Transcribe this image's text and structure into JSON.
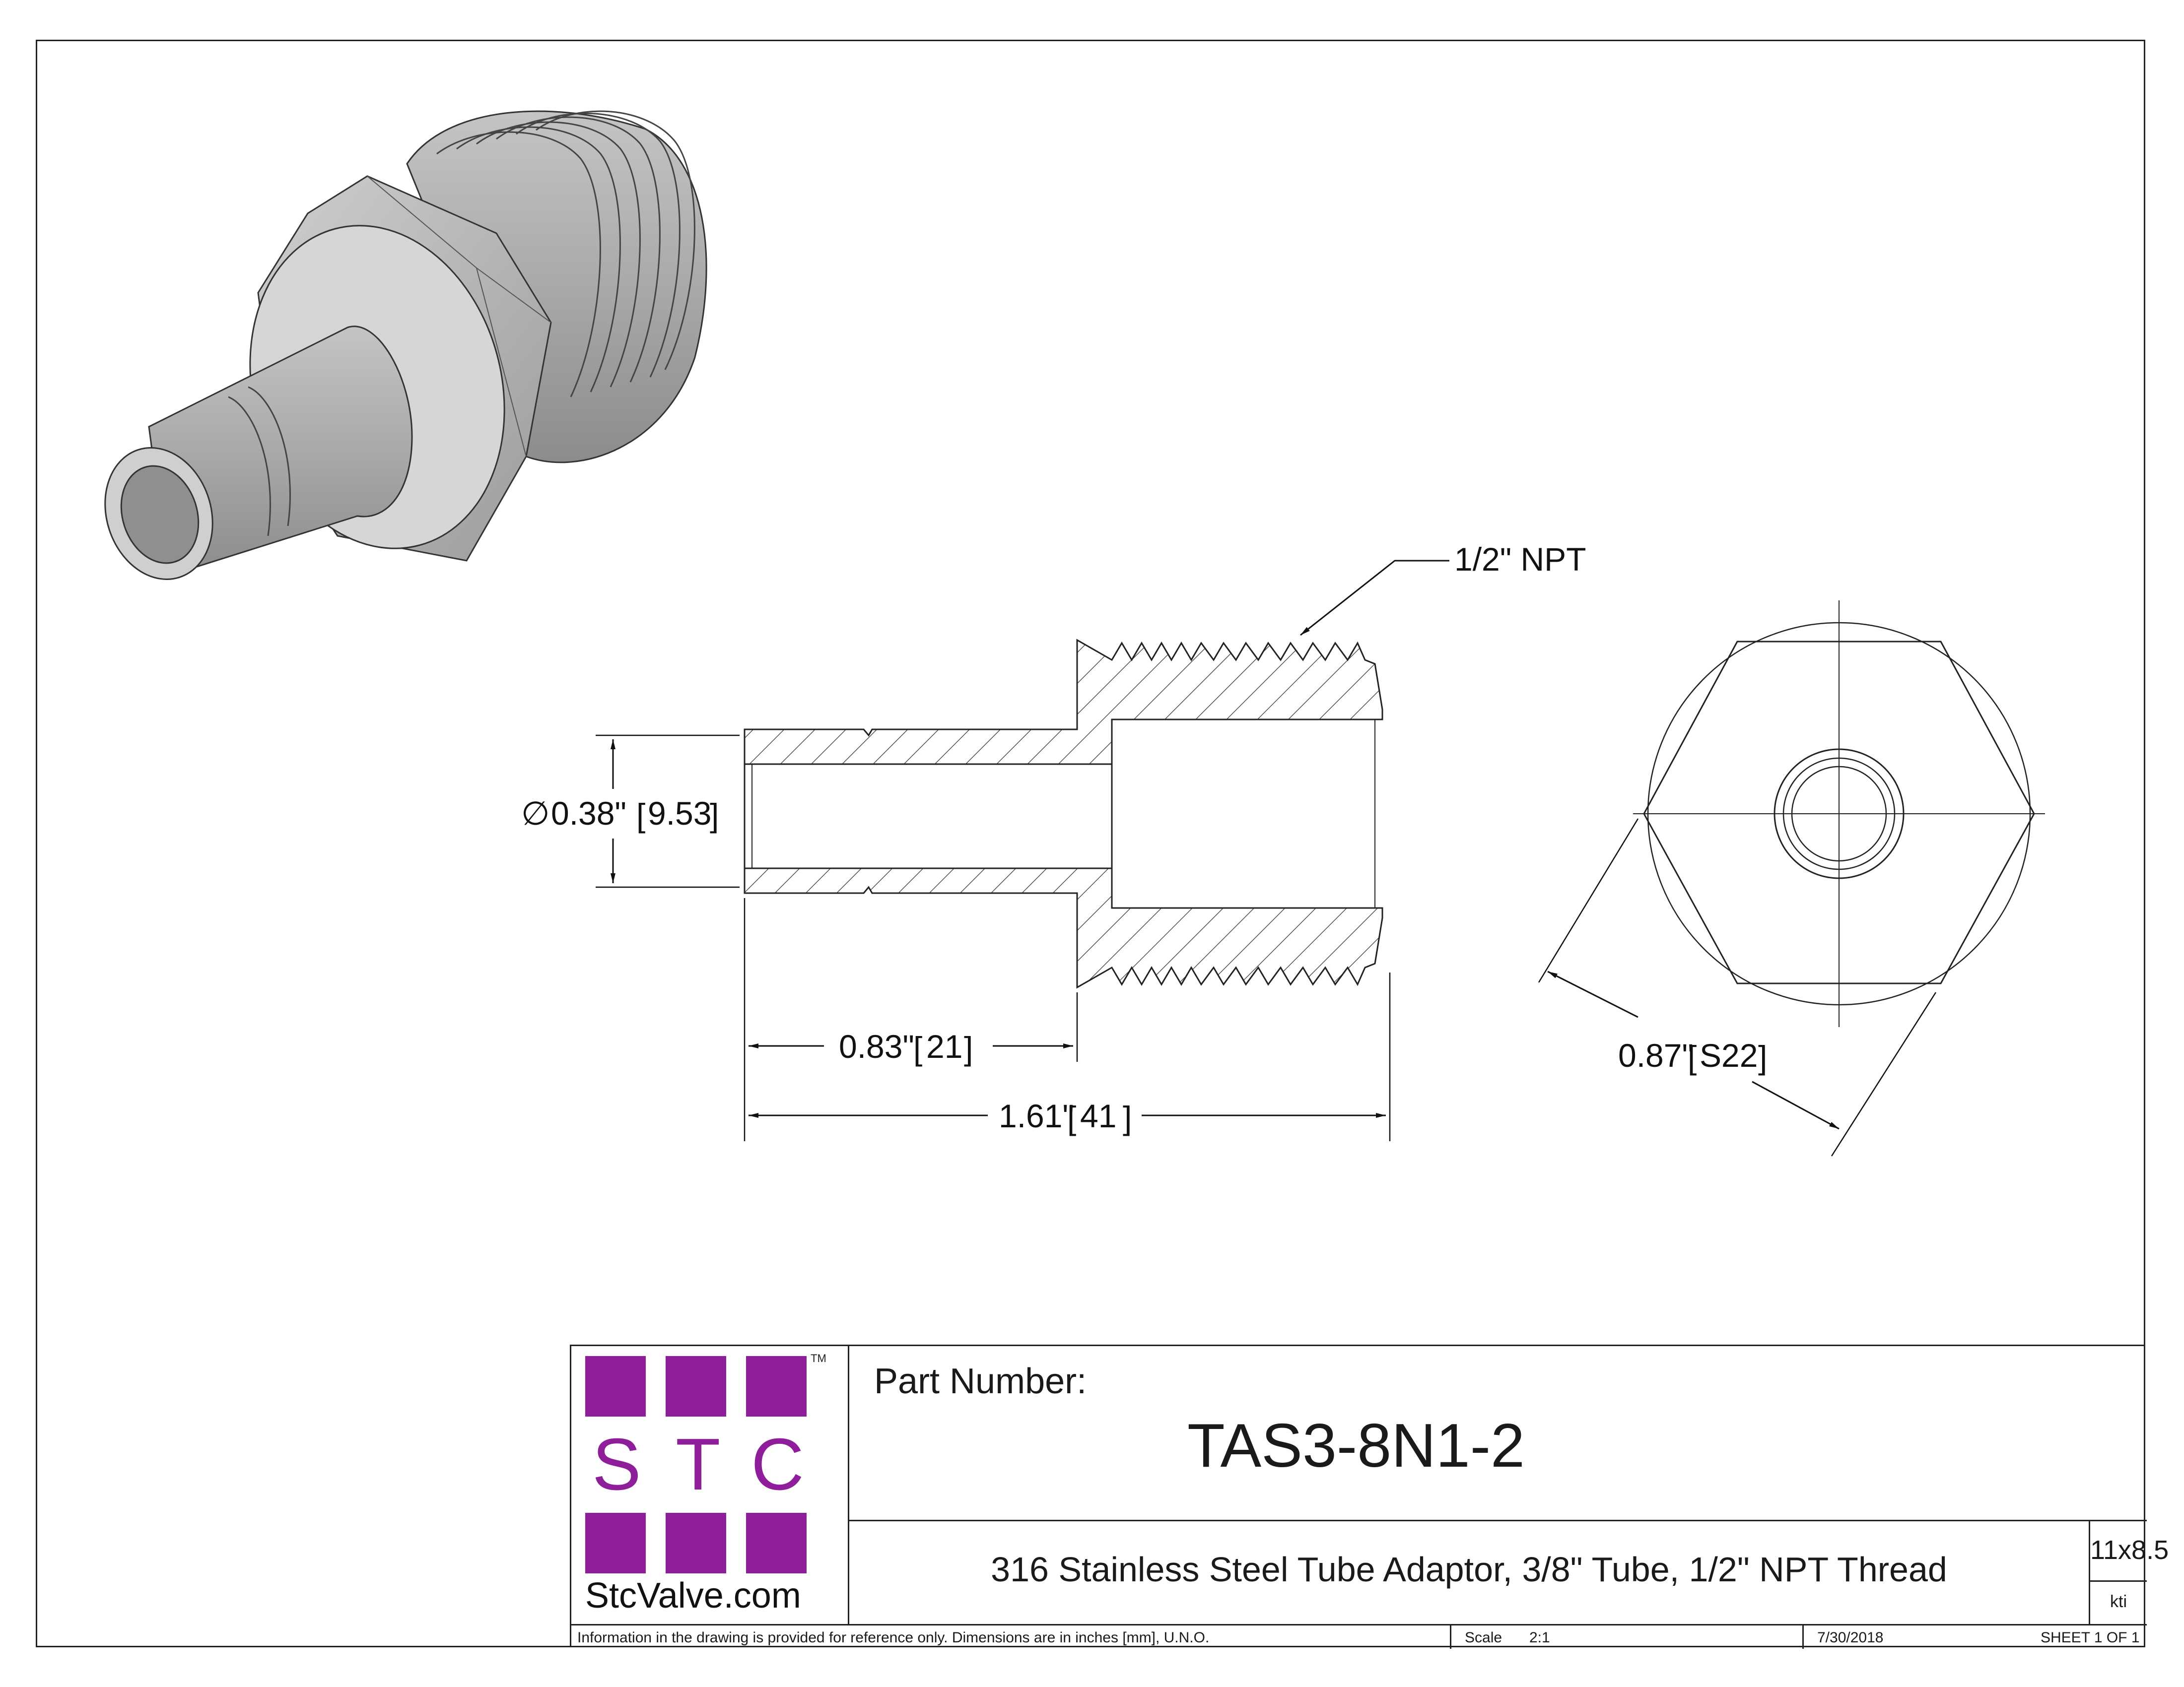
{
  "dimensions": {
    "npt_callout": "1/2\" NPT",
    "diameter": "0.38\"",
    "diameter_mm": "9.53",
    "shoulder_length": "0.83\"",
    "shoulder_length_mm": "21",
    "overall_length": "1.61\"",
    "overall_length_mm": "41",
    "hex_size": "0.87\"",
    "hex_size_mm": "S22"
  },
  "logo": {
    "letters": [
      "S",
      "T",
      "C"
    ],
    "trademark": "TM",
    "website": "StcValve.com",
    "brand_color": "#8e1e99"
  },
  "title_block": {
    "part_number_label": "Part Number:",
    "part_number": "TAS3-8N1-2",
    "description": "316 Stainless Steel Tube Adaptor, 3/8\" Tube, 1/2\" NPT Thread",
    "sheet_size": "11x8.5",
    "author": "kti",
    "disclaimer": "Information in the drawing is provided for reference only. Dimensions are in inches [mm], U.N.O.",
    "scale_label": "Scale",
    "scale_value": "2:1",
    "date": "7/30/2018",
    "sheet": "SHEET 1 OF 1"
  }
}
